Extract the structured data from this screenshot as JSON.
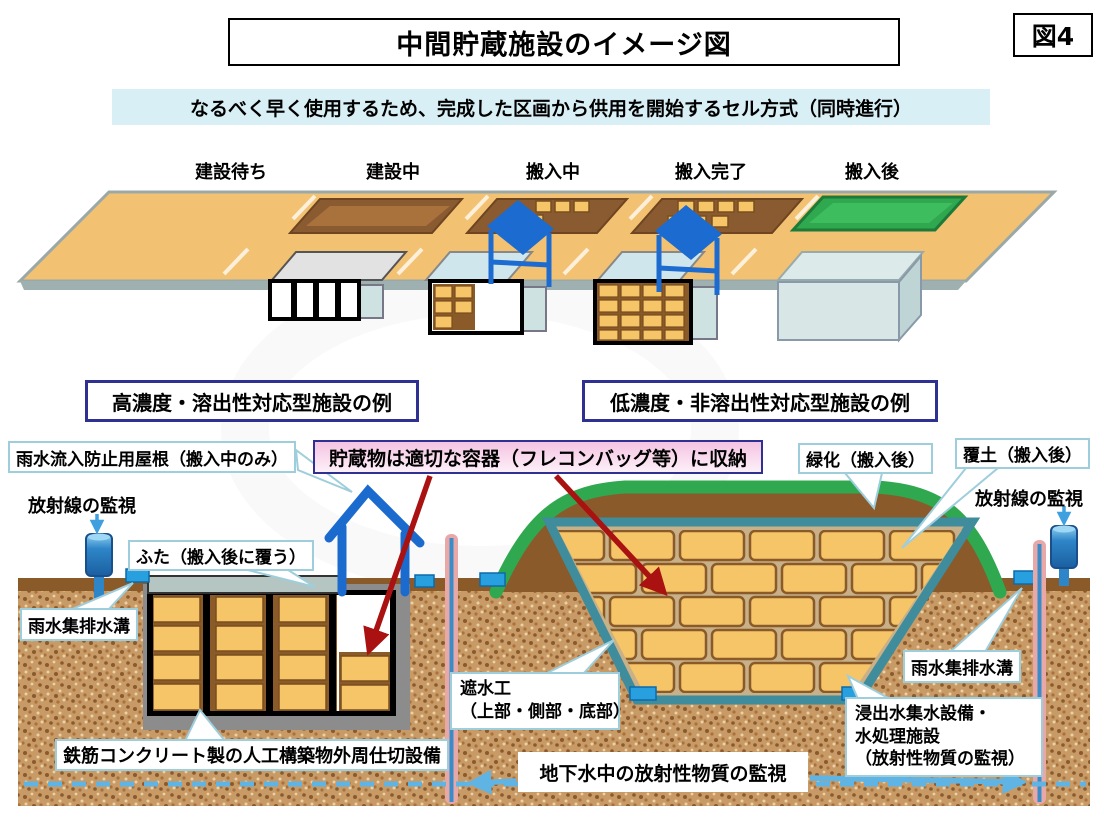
{
  "fig_label": "図4",
  "title": "中間貯蔵施設のイメージ図",
  "banner": "なるべく早く使用するため、完成した区画から供用を開始するセル方式（同時進行）",
  "stages": [
    "建設待ち",
    "建設中",
    "搬入中",
    "搬入完了",
    "搬入後"
  ],
  "facility_headers": {
    "left": "高濃度・溶出性対応型施設の例",
    "right": "低濃度・非溶出性対応型施設の例"
  },
  "storage_note": "貯蔵物は適切な容器（フレコンバッグ等）に収納",
  "callouts": {
    "rain_roof": "雨水流入防止用屋根（搬入中のみ）",
    "radiation_left": "放射線の監視",
    "lid": "ふた（搬入後に覆う）",
    "rain_drain_left": "雨水集排水溝",
    "rc_enclosure": "鉄筋コンクリート製の人工構築物外周仕切設備",
    "impermeable_1": "遮水工",
    "impermeable_2": "（上部・側部・底部）",
    "greening": "緑化（搬入後）",
    "cover_soil": "覆土（搬入後）",
    "radiation_right": "放射線の監視",
    "rain_drain_right": "雨水集排水溝",
    "leachate_1": "浸出水集水設備・",
    "leachate_2": "水処理施設",
    "leachate_3": "（放射性物質の監視）",
    "groundwater": "地下水中の放射性物質の監視"
  },
  "colors": {
    "banner_bg": "#D8EFF5",
    "header_border": "#2E3192",
    "callout_border": "#9ECEDC",
    "platform": "#F2C272",
    "pit_brown": "#8A5A30",
    "greening_green": "#2FA84F",
    "roof_blue": "#1C6BD0",
    "bag_orange": "#F5C568",
    "ground_brown": "#C89A66",
    "lining_teal": "#3E8C9C",
    "red_arrow": "#AA1111",
    "water_blue": "#5FB4E4",
    "note_pink": "#F5C3E2"
  }
}
